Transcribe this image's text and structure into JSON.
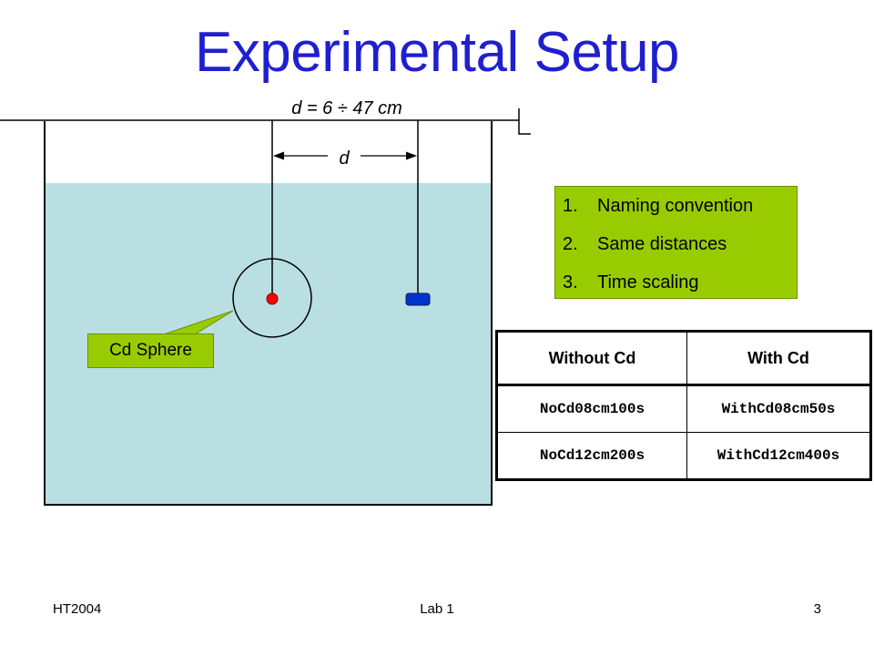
{
  "title": "Experimental Setup",
  "diagram": {
    "distance_range_label": "d = 6 ÷ 47 cm",
    "distance_label": "d",
    "sphere_callout": "Cd Sphere",
    "colors": {
      "water": "#badfe3",
      "callout_fill": "#99cc00",
      "source": "#ff0000",
      "detector": "#0033cc",
      "title": "#1f1fcf"
    }
  },
  "notes": [
    {
      "num": "1.",
      "text": "Naming convention"
    },
    {
      "num": "2.",
      "text": "Same distances"
    },
    {
      "num": "3.",
      "text": "Time scaling"
    }
  ],
  "table": {
    "headers": [
      "Without Cd",
      "With Cd"
    ],
    "rows": [
      [
        "NoCd08cm100s",
        "WithCd08cm50s"
      ],
      [
        "NoCd12cm200s",
        "WithCd12cm400s"
      ]
    ]
  },
  "footer": {
    "left": "HT2004",
    "center": "Lab 1",
    "right": "3"
  }
}
